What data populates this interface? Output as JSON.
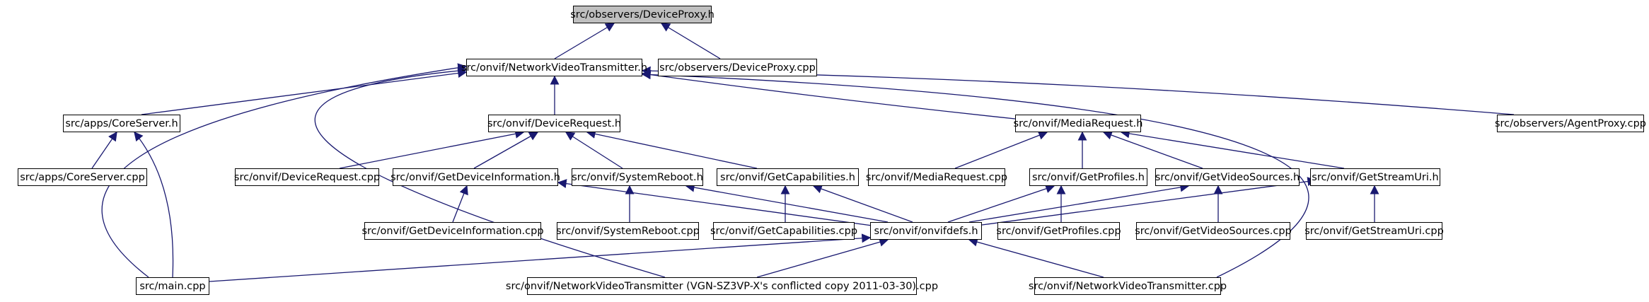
{
  "diagram": {
    "nodes": {
      "device_proxy_h": "src/observers/DeviceProxy.h",
      "nvt_h": "src/onvif/NetworkVideoTransmitter.h",
      "device_proxy_cpp": "src/observers/DeviceProxy.cpp",
      "core_server_h": "src/apps/CoreServer.h",
      "device_request_h": "src/onvif/DeviceRequest.h",
      "media_request_h": "src/onvif/MediaRequest.h",
      "agent_proxy_cpp": "src/observers/AgentProxy.cpp",
      "core_server_cpp": "src/apps/CoreServer.cpp",
      "device_request_cpp": "src/onvif/DeviceRequest.cpp",
      "get_device_info_h": "src/onvif/GetDeviceInformation.h",
      "system_reboot_h": "src/onvif/SystemReboot.h",
      "get_capabilities_h": "src/onvif/GetCapabilities.h",
      "media_request_cpp": "src/onvif/MediaRequest.cpp",
      "get_profiles_h": "src/onvif/GetProfiles.h",
      "get_video_sources_h": "src/onvif/GetVideoSources.h",
      "get_stream_uri_h": "src/onvif/GetStreamUri.h",
      "get_device_info_cpp": "src/onvif/GetDeviceInformation.cpp",
      "system_reboot_cpp": "src/onvif/SystemReboot.cpp",
      "get_capabilities_cpp": "src/onvif/GetCapabilities.cpp",
      "onvifdefs_h": "src/onvif/onvifdefs.h",
      "get_profiles_cpp": "src/onvif/GetProfiles.cpp",
      "get_video_sources_cpp": "src/onvif/GetVideoSources.cpp",
      "get_stream_uri_cpp": "src/onvif/GetStreamUri.cpp",
      "main_cpp": "src/main.cpp",
      "nvt_conflicted_cpp": "src/onvif/NetworkVideoTransmitter (VGN-SZ3VP-X's conflicted copy 2011-03-30).cpp",
      "nvt_cpp": "src/onvif/NetworkVideoTransmitter.cpp"
    },
    "edges": [
      [
        "nvt_h",
        "device_proxy_h"
      ],
      [
        "device_proxy_cpp",
        "device_proxy_h"
      ],
      [
        "core_server_h",
        "nvt_h"
      ],
      [
        "device_request_h",
        "nvt_h"
      ],
      [
        "media_request_h",
        "nvt_h"
      ],
      [
        "agent_proxy_cpp",
        "nvt_h"
      ],
      [
        "main_cpp",
        "nvt_h"
      ],
      [
        "nvt_conflicted_cpp",
        "nvt_h"
      ],
      [
        "nvt_cpp",
        "nvt_h"
      ],
      [
        "core_server_cpp",
        "core_server_h"
      ],
      [
        "main_cpp",
        "core_server_h"
      ],
      [
        "device_request_cpp",
        "device_request_h"
      ],
      [
        "get_device_info_h",
        "device_request_h"
      ],
      [
        "system_reboot_h",
        "device_request_h"
      ],
      [
        "get_capabilities_h",
        "device_request_h"
      ],
      [
        "media_request_cpp",
        "media_request_h"
      ],
      [
        "get_profiles_h",
        "media_request_h"
      ],
      [
        "get_video_sources_h",
        "media_request_h"
      ],
      [
        "get_stream_uri_h",
        "media_request_h"
      ],
      [
        "get_device_info_cpp",
        "get_device_info_h"
      ],
      [
        "system_reboot_cpp",
        "system_reboot_h"
      ],
      [
        "get_capabilities_cpp",
        "get_capabilities_h"
      ],
      [
        "get_profiles_cpp",
        "get_profiles_h"
      ],
      [
        "get_video_sources_cpp",
        "get_video_sources_h"
      ],
      [
        "get_stream_uri_cpp",
        "get_stream_uri_h"
      ],
      [
        "onvifdefs_h",
        "get_device_info_h"
      ],
      [
        "onvifdefs_h",
        "system_reboot_h"
      ],
      [
        "onvifdefs_h",
        "get_capabilities_h"
      ],
      [
        "onvifdefs_h",
        "get_profiles_h"
      ],
      [
        "onvifdefs_h",
        "get_video_sources_h"
      ],
      [
        "onvifdefs_h",
        "get_stream_uri_h"
      ],
      [
        "main_cpp",
        "onvifdefs_h"
      ],
      [
        "nvt_conflicted_cpp",
        "onvifdefs_h"
      ],
      [
        "nvt_cpp",
        "onvifdefs_h"
      ]
    ]
  }
}
